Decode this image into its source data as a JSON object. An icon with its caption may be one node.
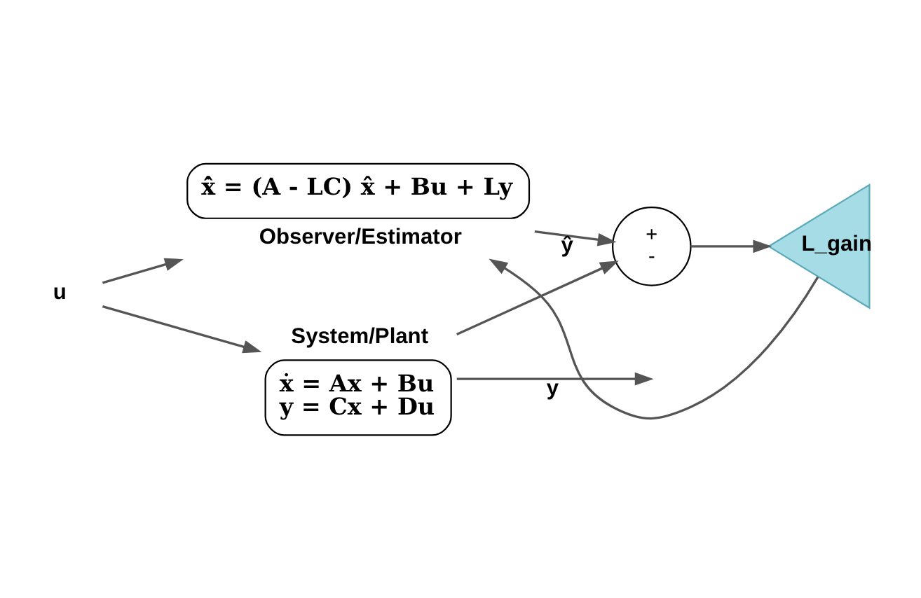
{
  "diagram": {
    "nodes": [
      {
        "text": [
          "u"
        ]
      },
      {
        "text": [
          "ẋ = Ax + Bu",
          "y = Cx + Du"
        ],
        "beside": [
          "System/Plant"
        ]
      },
      {
        "text": [
          "x̂̇ = (A - LC) x̂ + Bu + Ly"
        ],
        "beside": [
          "Observer/Estimator"
        ]
      },
      {
        "text": [
          "+",
          "-"
        ]
      },
      {
        "text": [
          "L_gain"
        ]
      }
    ],
    "edges": [
      {
        "from": 0,
        "to": 1,
        "arrow": "to"
      },
      {
        "from": 0,
        "to": 2,
        "arrow": "to"
      },
      {
        "from": 1,
        "to": null,
        "arrow": "to",
        "label": "y"
      },
      {
        "from": 1,
        "to": 3,
        "arrow": "to"
      },
      {
        "from": 2,
        "to": 3,
        "arrow": "to",
        "label": "ŷ"
      },
      {
        "from": 3,
        "to": 4,
        "arrow": "to"
      },
      {
        "from": 4,
        "to": 2,
        "arrow": "to"
      }
    ]
  }
}
